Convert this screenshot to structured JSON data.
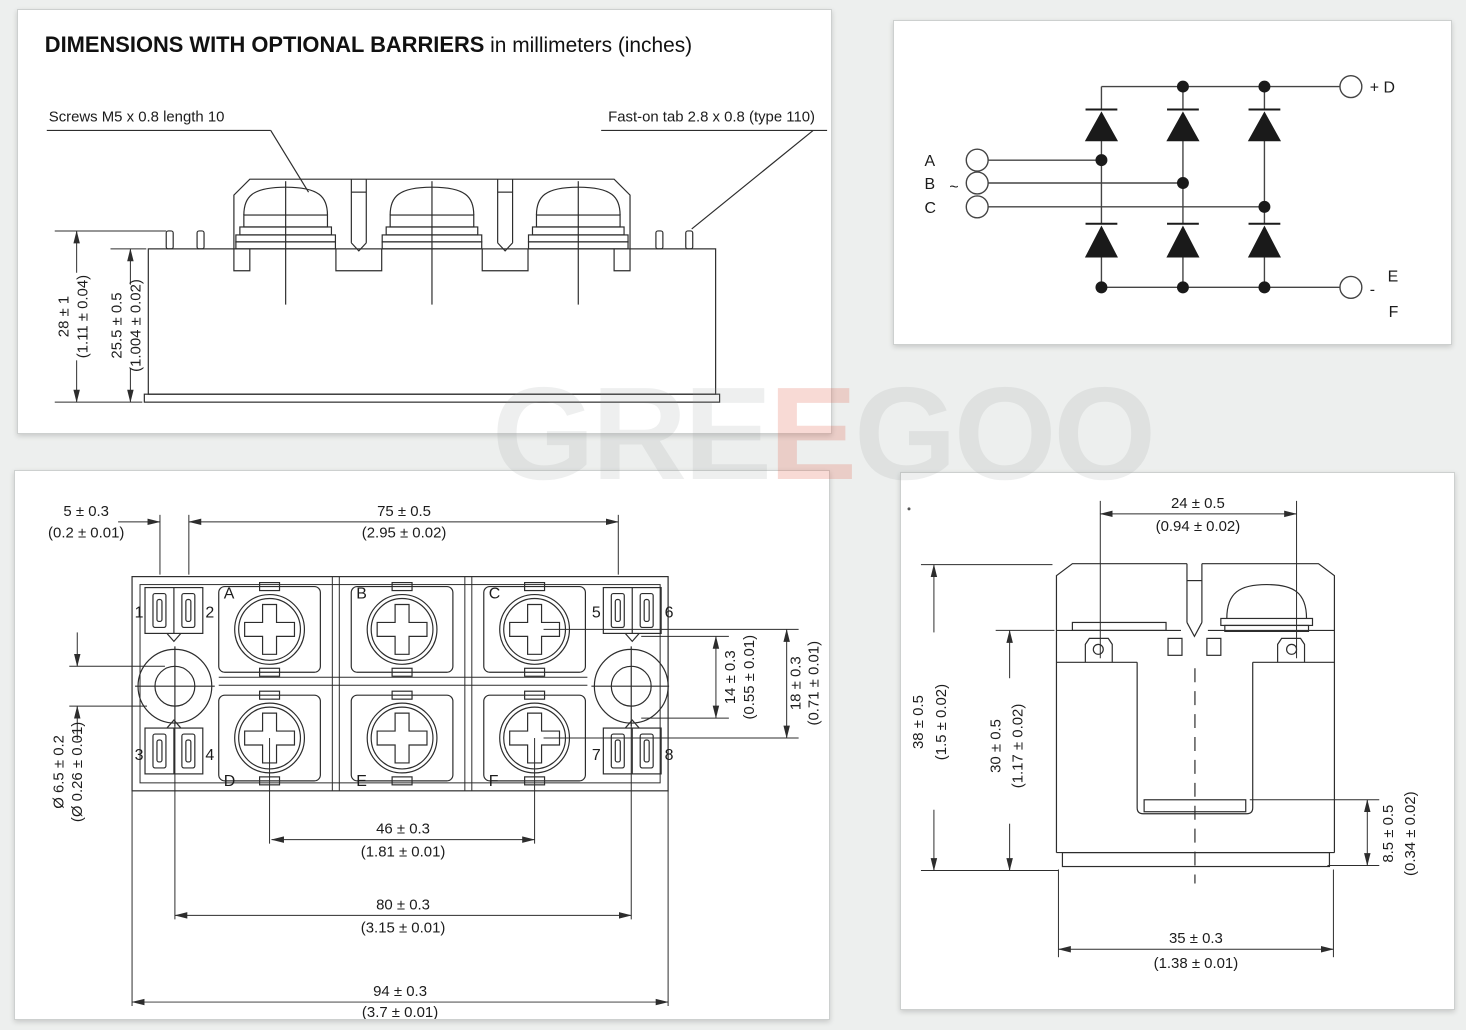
{
  "watermark": {
    "part1": "GRE",
    "part2": "E",
    "part3": "GOO"
  },
  "side_view": {
    "title_bold": "DIMENSIONS WITH OPTIONAL BARRIERS",
    "title_rest": " in millimeters (inches)",
    "callout_screws": "Screws M5 x 0.8 length 10",
    "callout_faston": "Fast-on tab 2.8 x 0.8 (type 110)",
    "dim_28_mm": "28 ± 1",
    "dim_28_in": "(1.11 ± 0.04)",
    "dim_255_mm": "25.5 ± 0.5",
    "dim_255_in": "(1.004 ± 0.02)"
  },
  "circuit": {
    "label_a": "A",
    "label_b": "B",
    "label_c": "C",
    "label_ac": "~",
    "label_pos": "+ D",
    "label_e": "E",
    "label_minus": "-",
    "label_f": "F"
  },
  "top_view": {
    "terminal_labels": [
      "A",
      "B",
      "C",
      "D",
      "E",
      "F"
    ],
    "tab_numbers": [
      "1",
      "2",
      "3",
      "4",
      "5",
      "6",
      "7",
      "8"
    ],
    "dim_5_mm": "5 ± 0.3",
    "dim_5_in": "(0.2 ± 0.01)",
    "dim_75_mm": "75 ± 0.5",
    "dim_75_in": "(2.95 ± 0.02)",
    "dim_65_mm": "Ø 6.5 ± 0.2",
    "dim_65_in": "(Ø 0.26 ± 0.01)",
    "dim_14_mm": "14 ± 0.3",
    "dim_14_in": "(0.55 ± 0.01)",
    "dim_18_mm": "18 ± 0.3",
    "dim_18_in": "(0.71 ± 0.01)",
    "dim_46_mm": "46 ± 0.3",
    "dim_46_in": "(1.81 ± 0.01)",
    "dim_80_mm": "80 ± 0.3",
    "dim_80_in": "(3.15 ± 0.01)",
    "dim_94_mm": "94 ± 0.3",
    "dim_94_in": "(3.7 ± 0.01)"
  },
  "end_view": {
    "dim_24_mm": "24 ± 0.5",
    "dim_24_in": "(0.94 ± 0.02)",
    "dim_38_mm": "38 ± 0.5",
    "dim_38_in": "(1.5 ± 0.02)",
    "dim_30_mm": "30 ± 0.5",
    "dim_30_in": "(1.17 ± 0.02)",
    "dim_85_mm": "8.5 ± 0.5",
    "dim_85_in": "(0.34 ± 0.02)",
    "dim_35_mm": "35 ± 0.3",
    "dim_35_in": "(1.38 ± 0.01)"
  }
}
